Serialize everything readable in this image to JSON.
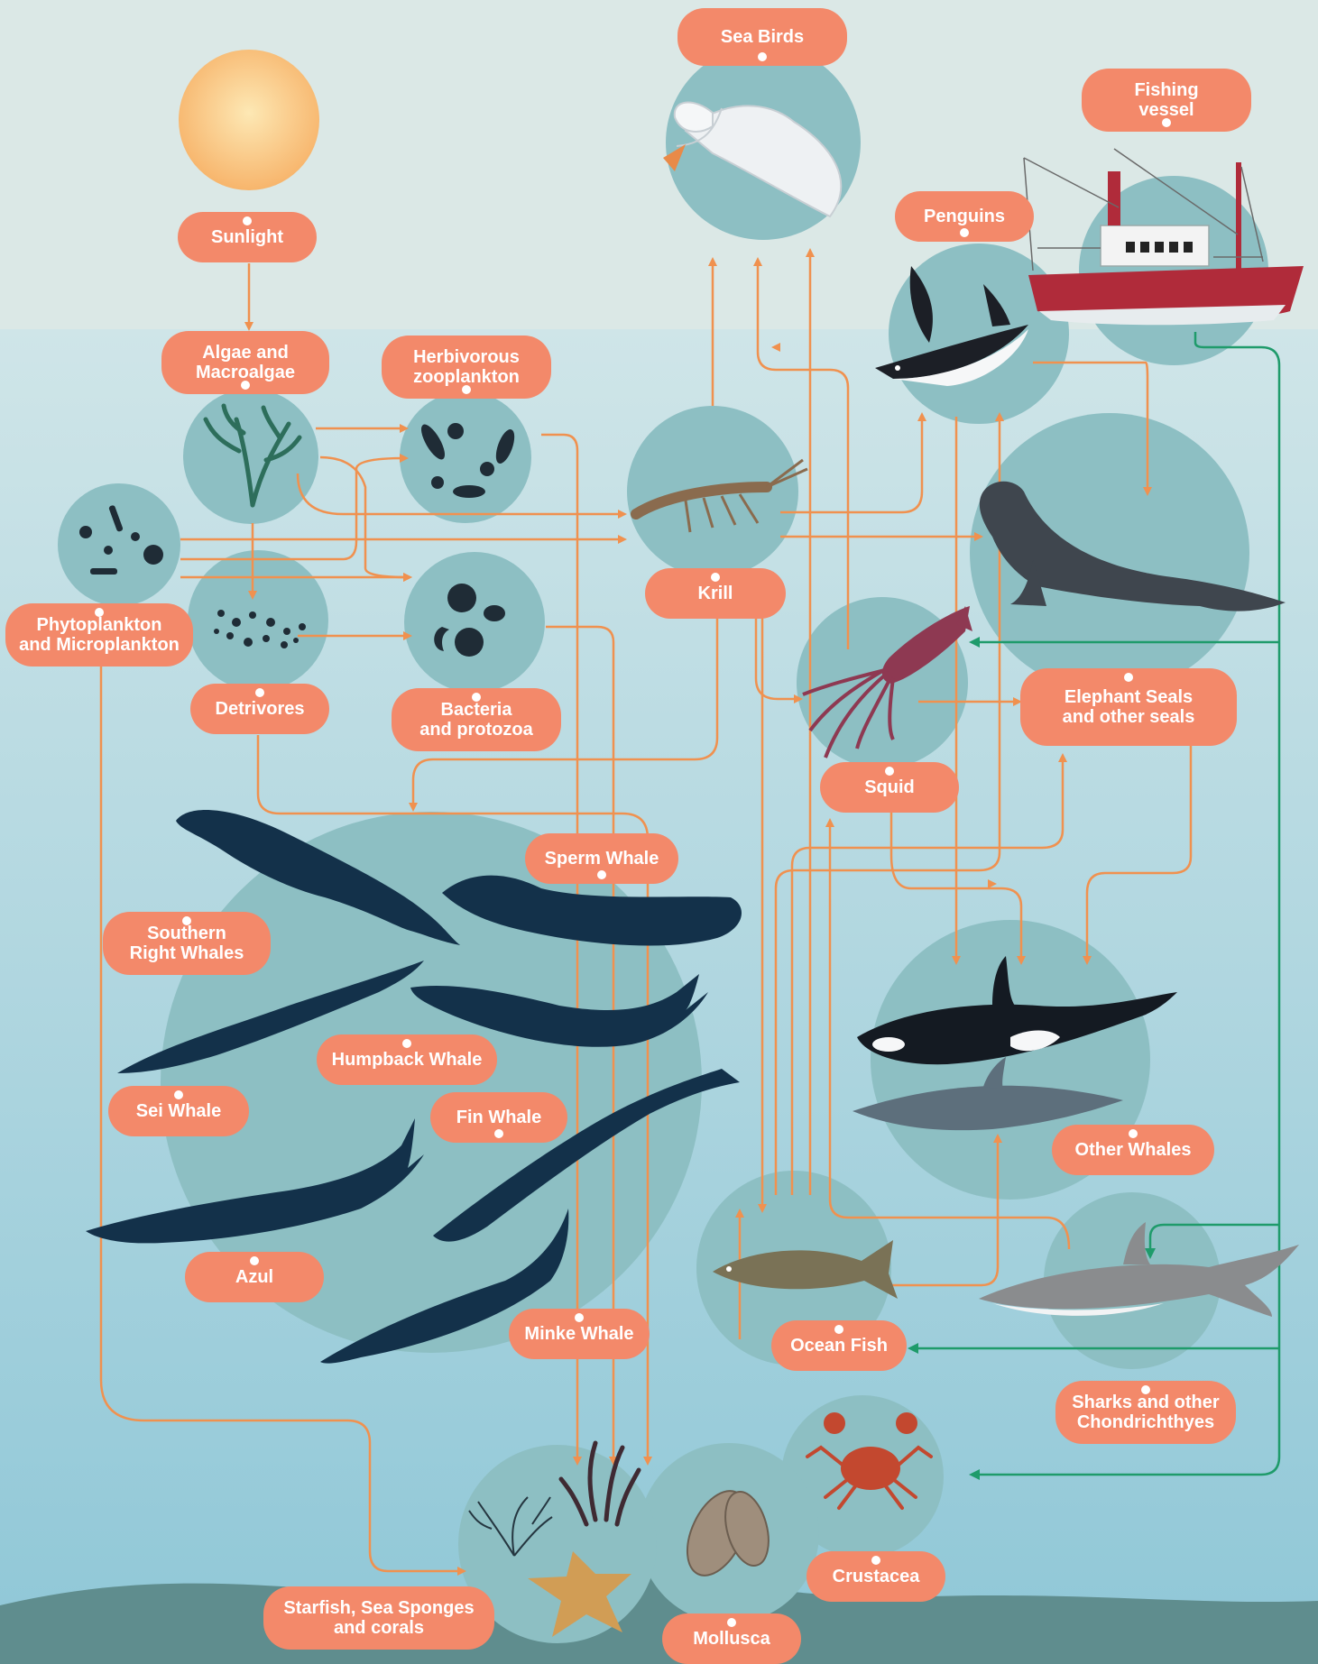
{
  "colors": {
    "sky": "#dbe8e6",
    "water_top": "#cfe5e8",
    "water_bottom": "#8fc7d7",
    "circle": "#8dbfc3",
    "pill": "#f3896a",
    "orange_arrow": "#f0914f",
    "green_arrow": "#1f9b6b",
    "seabed": "#5f8d8e"
  },
  "labels": {
    "sunlight": "Sunlight",
    "algae": "Algae and\nMacroalgae",
    "herbivorous": "Herbivorous\nzooplankton",
    "phytoplankton": "Phytoplankton\nand Microplankton",
    "detrivores": "Detrivores",
    "bacteria": "Bacteria\nand protozoa",
    "krill": "Krill",
    "sea_birds": "Sea Birds",
    "fishing_vessel": "Fishing\nvessel",
    "penguins": "Penguins",
    "squid": "Squid",
    "elephant_seals": "Elephant Seals\nand other seals",
    "sperm_whale": "Sperm Whale",
    "southern_right": "Southern\nRight Whales",
    "humpback": "Humpback Whale",
    "sei": "Sei Whale",
    "fin": "Fin Whale",
    "azul": "Azul",
    "minke": "Minke Whale",
    "other_whales": "Other Whales",
    "ocean_fish": "Ocean Fish",
    "sharks": "Sharks and other\nChondrichthyes",
    "crustacea": "Crustacea",
    "mollusca": "Mollusca",
    "starfish": "Starfish, Sea Sponges\nand corals"
  },
  "icons": {
    "sun": "sun-icon",
    "bird": "albatross-icon",
    "boat": "fishing-boat-icon",
    "penguin": "penguin-icon",
    "seal": "elephant-seal-icon",
    "krill": "krill-icon",
    "squid": "squid-icon",
    "algae": "seaweed-icon",
    "zooplankton": "zooplankton-icon",
    "phytoplankton": "phytoplankton-icon",
    "detritus": "detritus-icon",
    "bacteria": "bacteria-icon",
    "orca": "orca-icon",
    "dolphin": "dolphin-icon",
    "fish": "fish-icon",
    "shark": "shark-icon",
    "crab": "crab-icon",
    "shell": "mussel-icon",
    "coral": "coral-icon",
    "starfish": "starfish-icon",
    "whale": "whale-icon"
  }
}
